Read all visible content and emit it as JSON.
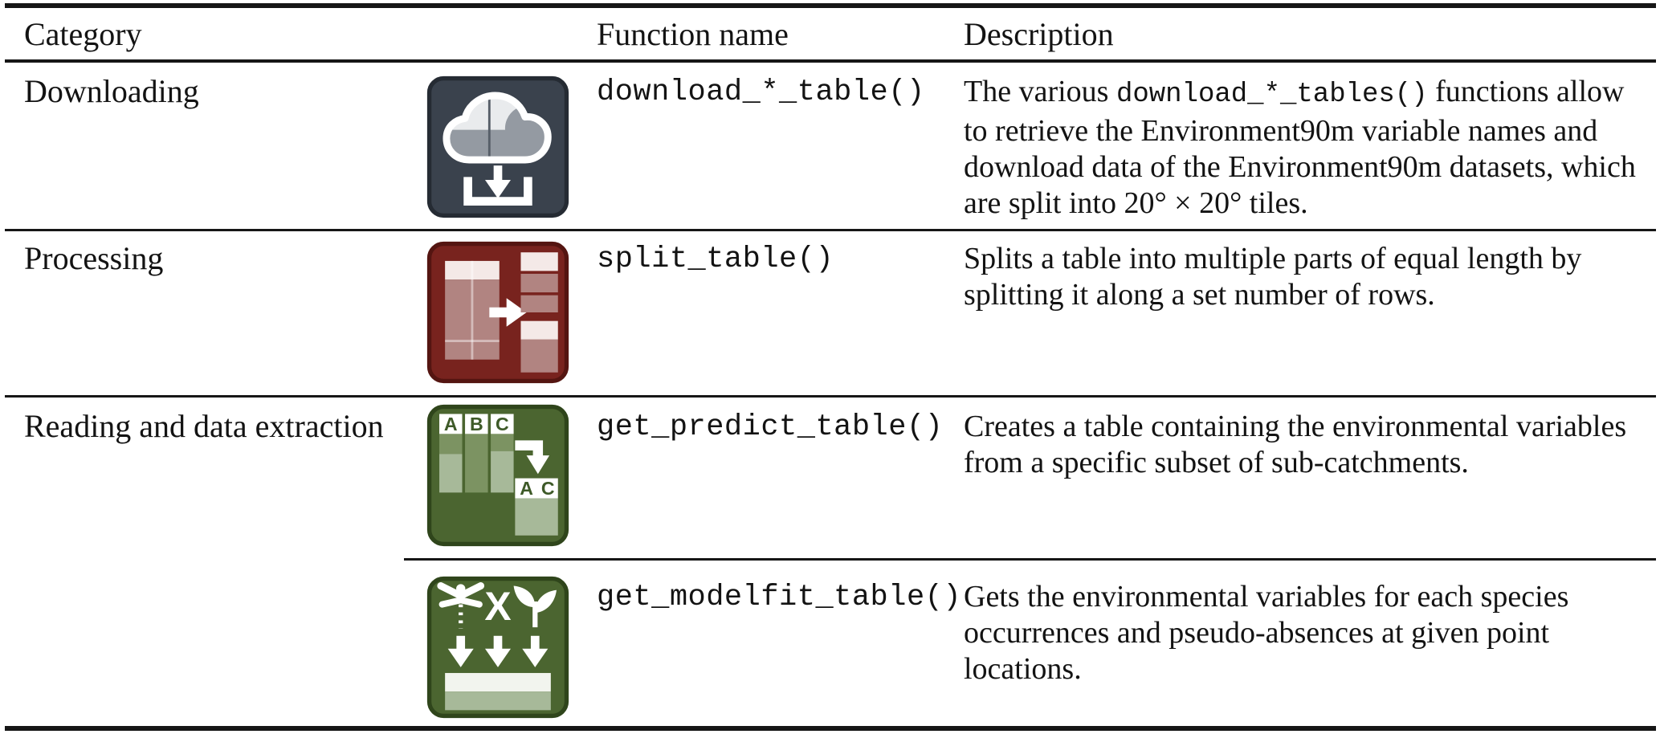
{
  "table": {
    "headers": [
      {
        "label": "Category"
      },
      {
        "label": "Function name"
      },
      {
        "label": "Description"
      }
    ],
    "rows": [
      {
        "category": "Downloading",
        "icon": {
          "name": "cloud-download-icon",
          "bg": "#3a424d",
          "border": "#252b33"
        },
        "function_name": "download_*_table()",
        "description": [
          {
            "type": "text",
            "text": "The various "
          },
          {
            "type": "code",
            "text": "download_*_tables()"
          },
          {
            "type": "text",
            "text": " functions allow to retrieve the Environment90m variable names and download data of the Environment90m datasets, which are split into 20° × 20° tiles."
          }
        ]
      },
      {
        "category": "Processing",
        "icon": {
          "name": "split-table-icon",
          "bg": "#78231e",
          "border": "#541511"
        },
        "function_name": "split_table()",
        "description": [
          {
            "type": "text",
            "text": "Splits a table into multiple parts of equal length by splitting it along a set number of rows."
          }
        ]
      },
      {
        "category": "Reading and data extraction",
        "icon": {
          "name": "predict-table-icon",
          "bg": "#4b6530",
          "border": "#2f451b"
        },
        "function_name": "get_predict_table()",
        "description": [
          {
            "type": "text",
            "text": "Creates a table containing the environmental variables from a specific subset of sub-catchments."
          }
        ]
      },
      {
        "category": "",
        "group_continues": true,
        "icon": {
          "name": "modelfit-table-icon",
          "bg": "#4b6530",
          "border": "#2f451b"
        },
        "function_name": "get_modelfit_table()",
        "description": [
          {
            "type": "text",
            "text": "Gets the environmental variables for each species occurrences and pseudo-absences at given point locations."
          }
        ]
      }
    ]
  },
  "colors": {
    "rule": "#161616",
    "text": "#131313",
    "icon_cloud_gray": "#949aa2",
    "icon_cloud_light": "#e9ebed",
    "icon_red_cell_light": "#f4e9e7",
    "icon_red_cell_rose": "#b18481",
    "icon_green_mid": "#7c9362",
    "icon_green_sage": "#a7b999",
    "icon_green_letter": "#3e5a28"
  }
}
